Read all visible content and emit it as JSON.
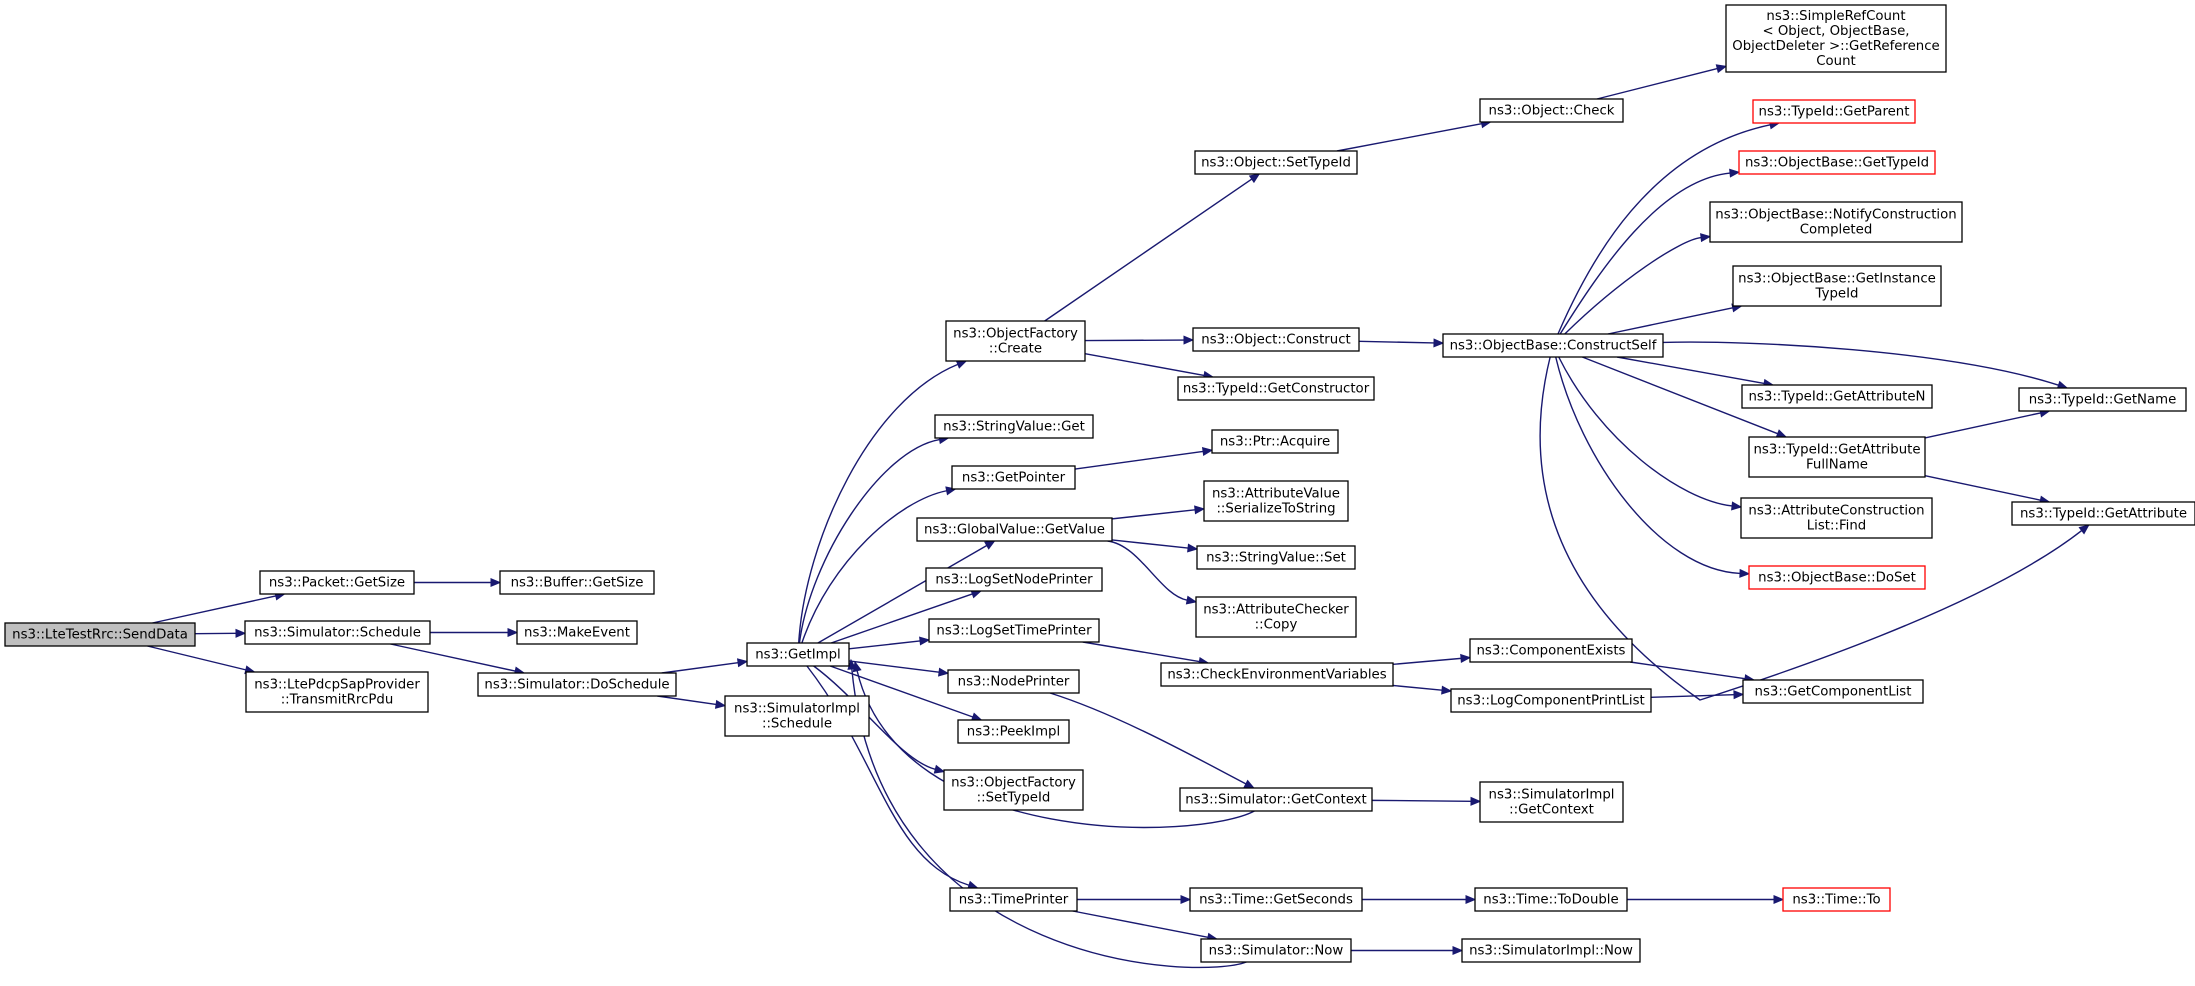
{
  "colors": {
    "edge": "#191970",
    "node_border": "#000000",
    "node_border_red": "#ff0000",
    "root_fill": "#bfbfbf"
  },
  "nodes": {
    "send_data": [
      "ns3::LteTestRrc::SendData"
    ],
    "packet_getsize": [
      "ns3::Packet::GetSize"
    ],
    "buffer_getsize": [
      "ns3::Buffer::GetSize"
    ],
    "simulator_schedule": [
      "ns3::Simulator::Schedule"
    ],
    "makeevent": [
      "ns3::MakeEvent"
    ],
    "transmit_rrc_pdu": [
      "ns3::LtePdcpSapProvider",
      "::TransmitRrcPdu"
    ],
    "simulator_doschedule": [
      "ns3::Simulator::DoSchedule"
    ],
    "getimpl": [
      "ns3::GetImpl"
    ],
    "simimpl_schedule": [
      "ns3::SimulatorImpl",
      "::Schedule"
    ],
    "objectfactory_create": [
      "ns3::ObjectFactory",
      "::Create"
    ],
    "stringvalue_get": [
      "ns3::StringValue::Get"
    ],
    "getpointer": [
      "ns3::GetPointer"
    ],
    "globalvalue_getvalue": [
      "ns3::GlobalValue::GetValue"
    ],
    "logsetnodeprinter": [
      "ns3::LogSetNodePrinter"
    ],
    "logsettimeprinter": [
      "ns3::LogSetTimePrinter"
    ],
    "nodeprinter": [
      "ns3::NodePrinter"
    ],
    "peekimpl": [
      "ns3::PeekImpl"
    ],
    "objectfactory_settypeid": [
      "ns3::ObjectFactory",
      "::SetTypeId"
    ],
    "timeprinter": [
      "ns3::TimePrinter"
    ],
    "object_settypeid": [
      "ns3::Object::SetTypeId"
    ],
    "object_construct": [
      "ns3::Object::Construct"
    ],
    "typeid_getconstructor": [
      "ns3::TypeId::GetConstructor"
    ],
    "ptr_acquire": [
      "ns3::Ptr::Acquire"
    ],
    "attrvalue_serialize": [
      "ns3::AttributeValue",
      "::SerializeToString"
    ],
    "stringvalue_set": [
      "ns3::StringValue::Set"
    ],
    "attrchecker_copy": [
      "ns3::AttributeChecker",
      "::Copy"
    ],
    "check_env_vars": [
      "ns3::CheckEnvironmentVariables"
    ],
    "simulator_getcontext": [
      "ns3::Simulator::GetContext"
    ],
    "time_getseconds": [
      "ns3::Time::GetSeconds"
    ],
    "simulator_now": [
      "ns3::Simulator::Now"
    ],
    "object_check": [
      "ns3::Object::Check"
    ],
    "objectbase_constructself": [
      "ns3::ObjectBase::ConstructSelf"
    ],
    "componentexists": [
      "ns3::ComponentExists"
    ],
    "logcomponentprintlist": [
      "ns3::LogComponentPrintList"
    ],
    "simimpl_getcontext": [
      "ns3::SimulatorImpl",
      "::GetContext"
    ],
    "time_todouble": [
      "ns3::Time::ToDouble"
    ],
    "simimpl_now": [
      "ns3::SimulatorImpl::Now"
    ],
    "simplerefcount": [
      "ns3::SimpleRefCount",
      "< Object, ObjectBase,",
      " ObjectDeleter >::GetReference",
      "Count"
    ],
    "typeid_getparent": [
      "ns3::TypeId::GetParent"
    ],
    "objectbase_gettypeid": [
      "ns3::ObjectBase::GetTypeId"
    ],
    "objectbase_notify": [
      "ns3::ObjectBase::NotifyConstruction",
      "Completed"
    ],
    "objectbase_getinstance": [
      "ns3::ObjectBase::GetInstance",
      "TypeId"
    ],
    "typeid_getattributen": [
      "ns3::TypeId::GetAttributeN"
    ],
    "typeid_getattrfullname": [
      "ns3::TypeId::GetAttribute",
      "FullName"
    ],
    "attrconstruction_find": [
      "ns3::AttributeConstruction",
      "List::Find"
    ],
    "objectbase_doset": [
      "ns3::ObjectBase::DoSet"
    ],
    "getcomponentlist": [
      "ns3::GetComponentList"
    ],
    "time_to": [
      "ns3::Time::To"
    ],
    "typeid_getname": [
      "ns3::TypeId::GetName"
    ],
    "typeid_getattribute": [
      "ns3::TypeId::GetAttribute"
    ]
  }
}
